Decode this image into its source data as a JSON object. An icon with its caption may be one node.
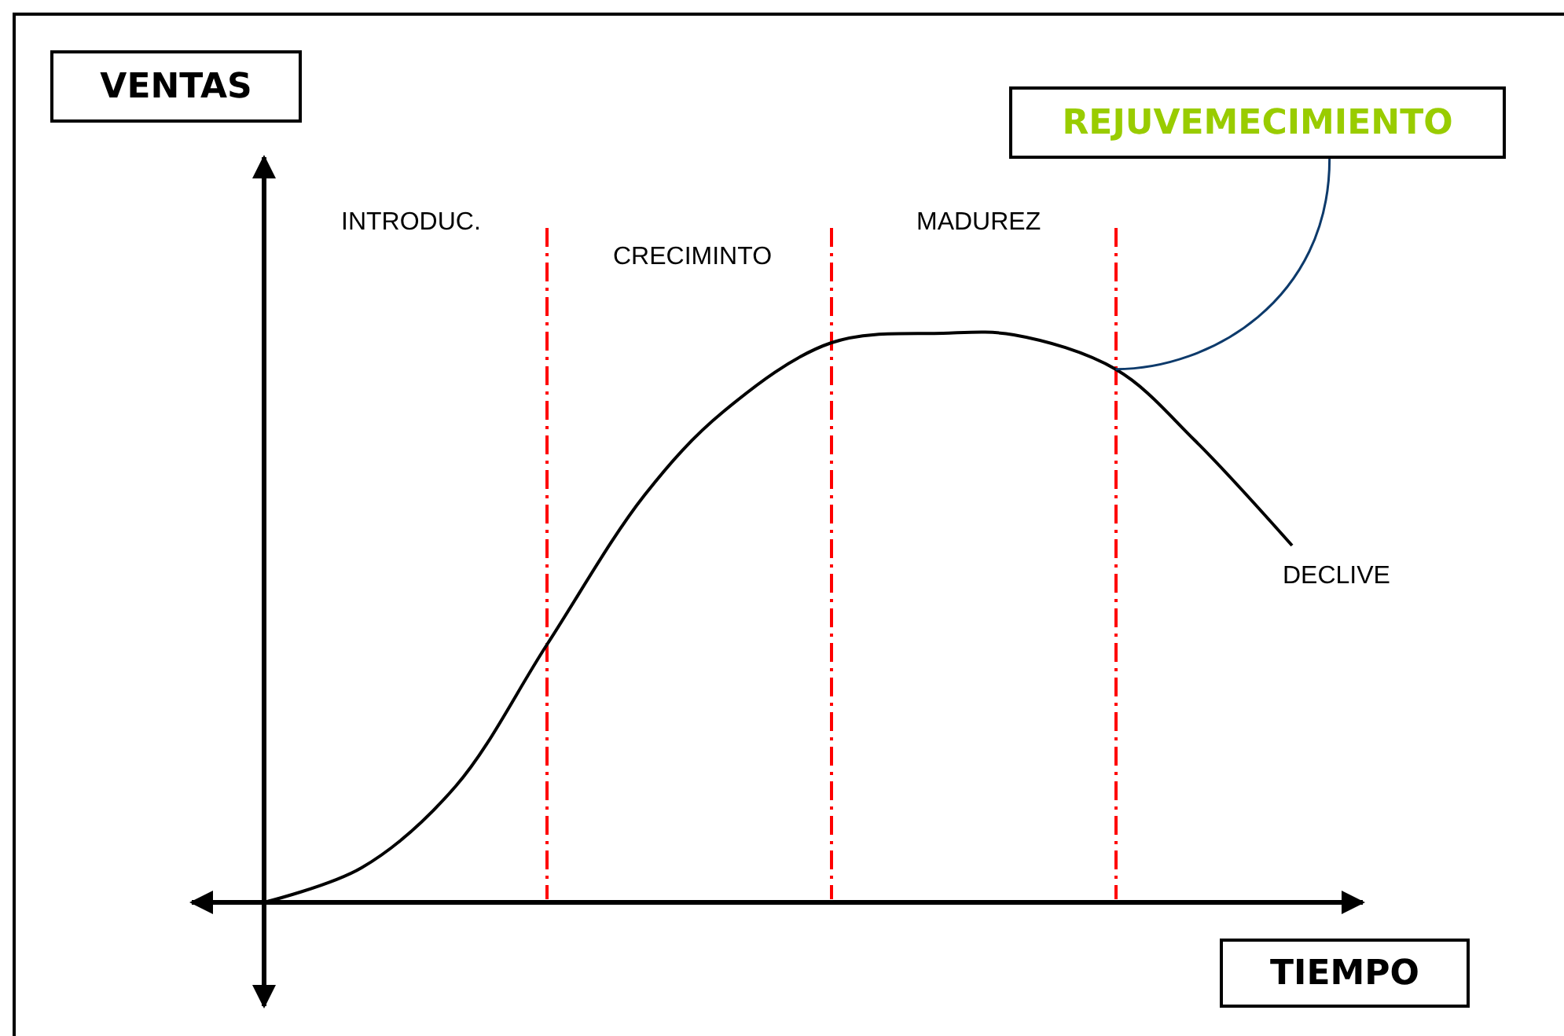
{
  "diagram": {
    "nodes": [
      {
        "text": [
          "VENTAS"
        ]
      },
      {
        "text": [
          "REJUVEMECIMIENTO"
        ]
      },
      {
        "text": [
          "TIEMPO"
        ]
      },
      {
        "text": [],
        "shape": "curve"
      }
    ],
    "edges": [
      {
        "from": 1,
        "to": 3,
        "arrow": "none",
        "color": "#0d3a6b"
      }
    ],
    "labels": [
      "INTRODUC.",
      "CRECIMINTO",
      "MADUREZ",
      "DECLIVE"
    ]
  }
}
